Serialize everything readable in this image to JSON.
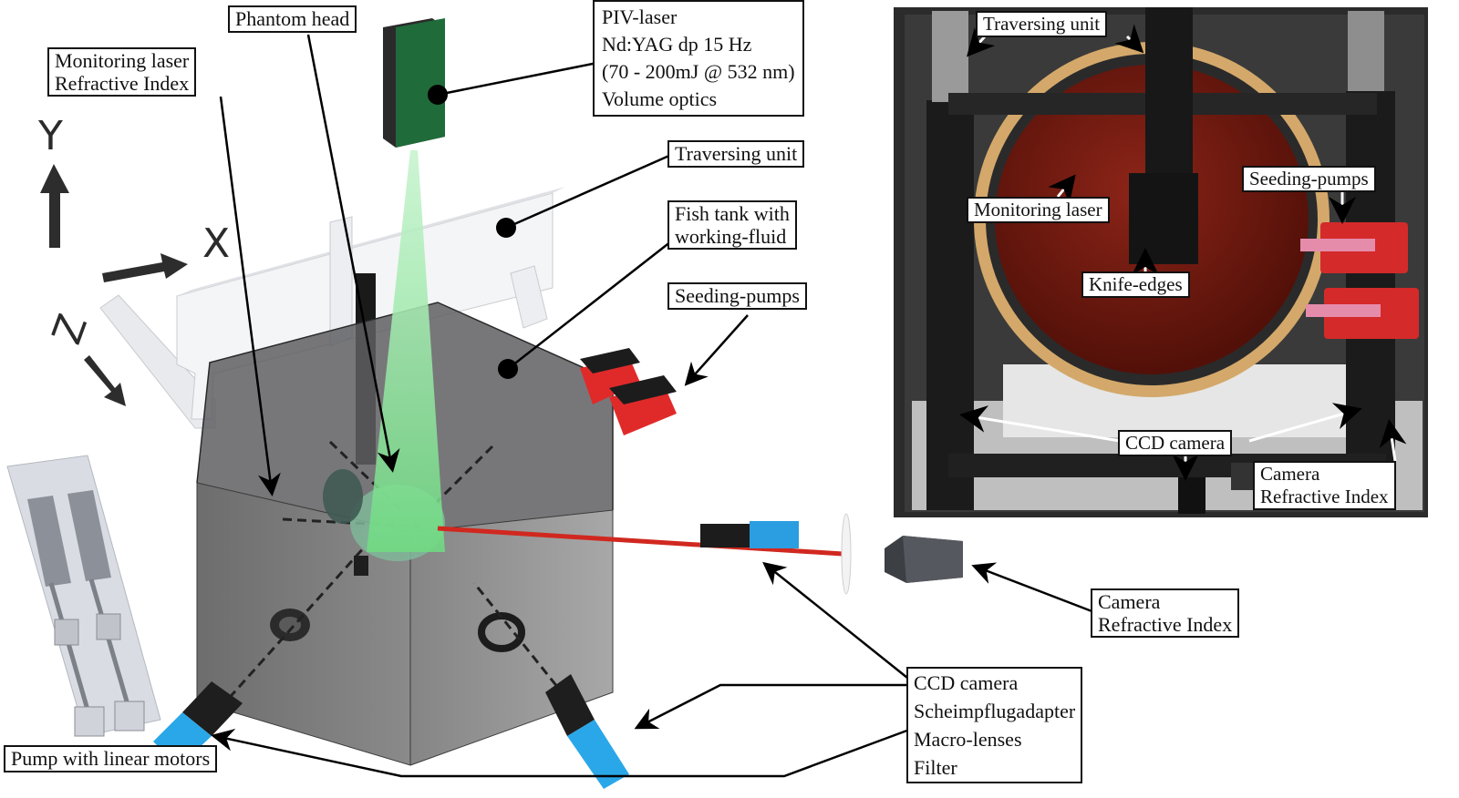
{
  "labels": {
    "phantom_head": "Phantom head",
    "monitoring_laser_ri": [
      "Monitoring laser",
      "Refractive Index"
    ],
    "piv_laser": [
      "PIV-laser",
      "Nd:YAG dp 15 Hz",
      "(70 - 200mJ @ 532 nm)",
      "Volume optics"
    ],
    "traversing_unit": "Traversing unit",
    "fish_tank": [
      "Fish tank with",
      "working-fluid"
    ],
    "seeding_pumps": "Seeding-pumps",
    "camera_ri": [
      "Camera",
      "Refractive Index"
    ],
    "ccd_group": [
      "CCD camera",
      "Scheimpflugadapter",
      "Macro-lenses",
      "Filter"
    ],
    "pump_linear": "Pump with linear motors"
  },
  "axes": {
    "y": "Y",
    "x": "X",
    "z": "Z"
  },
  "photo_labels": {
    "traversing_unit": "Traversing unit",
    "seeding_pumps": "Seeding-pumps",
    "monitoring_laser": "Monitoring laser",
    "knife_edges": "Knife-edges",
    "ccd_camera": "CCD camera",
    "camera_ri": [
      "Camera",
      "Refractive Index"
    ]
  },
  "colors": {
    "laser_sheet": "#8fe39e",
    "laser_housing": "#1f6b3a",
    "seeding_pumps": "#e02a2a",
    "camera_blue": "#2aa7e8",
    "tank": "#6e6e6e",
    "fluid": "#7a1c12"
  }
}
